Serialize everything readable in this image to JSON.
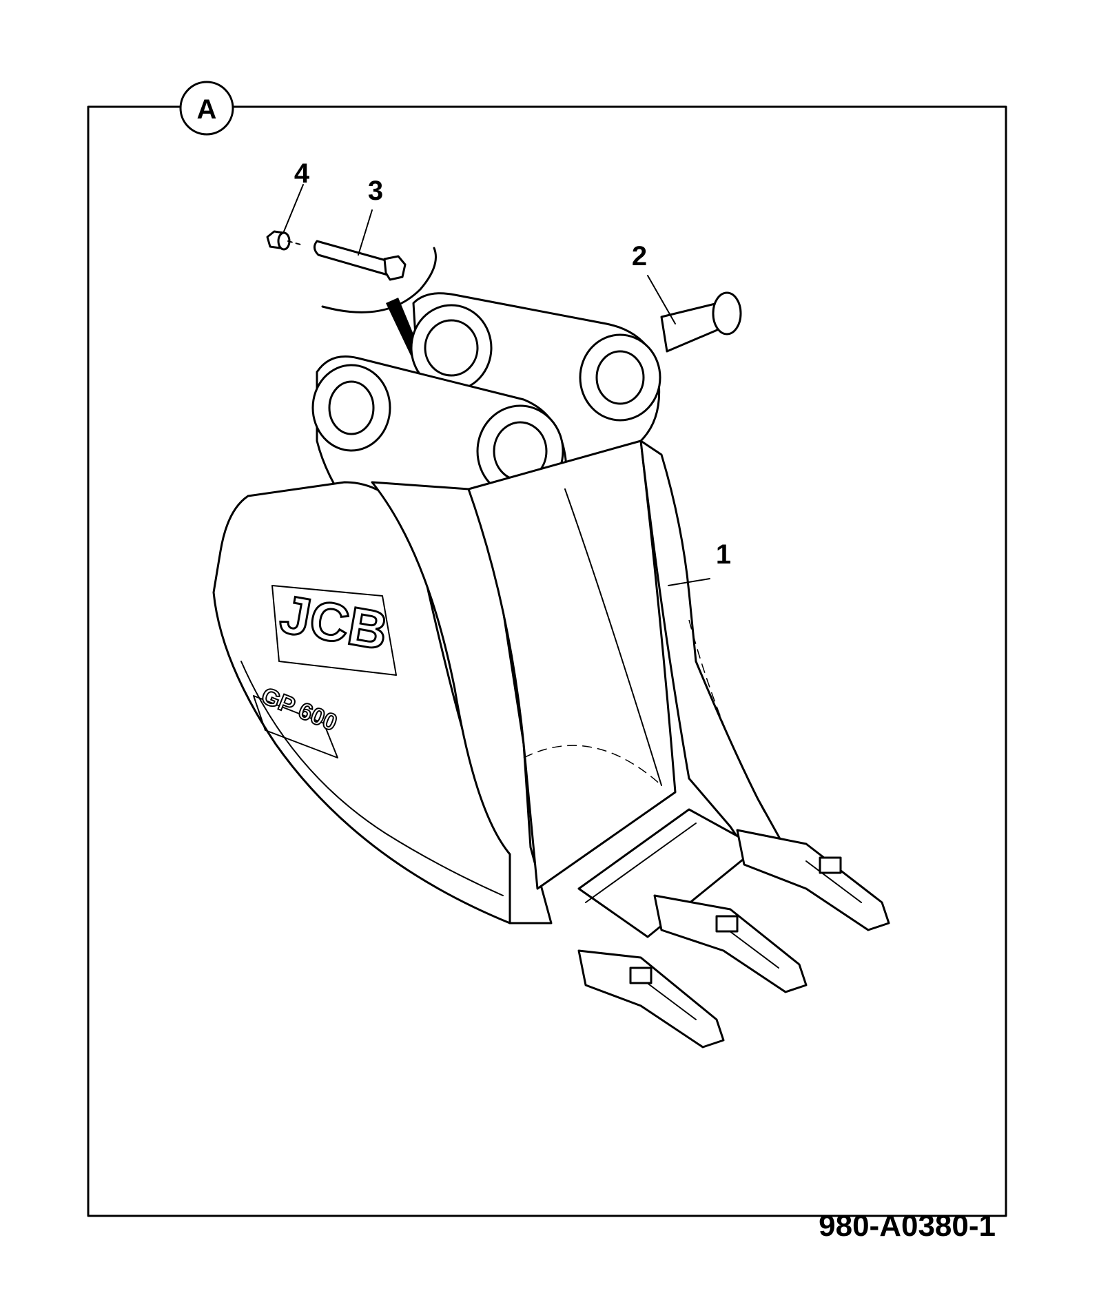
{
  "view": {
    "letter": "A"
  },
  "callouts": [
    {
      "id": "1",
      "part": "bucket"
    },
    {
      "id": "2",
      "part": "pin"
    },
    {
      "id": "3",
      "part": "bolt"
    },
    {
      "id": "4",
      "part": "nut"
    }
  ],
  "bucket_logo": {
    "brand": "JCB",
    "model": "GP 600"
  },
  "drawing_number": "980-A0380-1"
}
